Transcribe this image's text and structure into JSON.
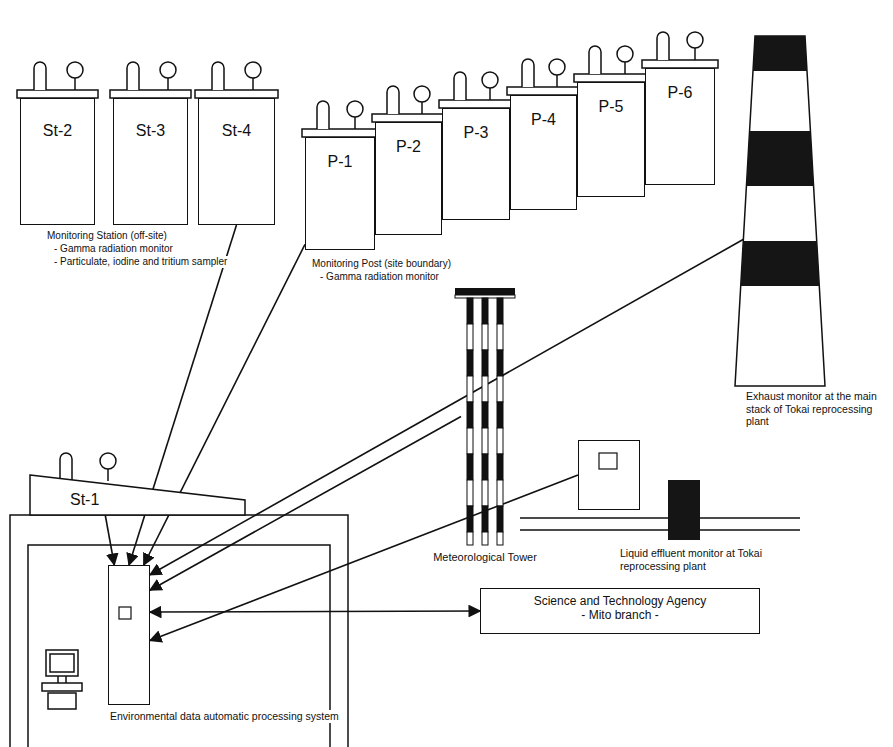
{
  "diagram": {
    "nodes": [
      {
        "text": [
          "St-2"
        ]
      },
      {
        "text": [
          "St-3"
        ]
      },
      {
        "text": [
          "St-4"
        ]
      },
      {
        "text": [
          "P-1"
        ]
      },
      {
        "text": [
          "P-2"
        ]
      },
      {
        "text": [
          "P-3"
        ]
      },
      {
        "text": [
          "P-4"
        ]
      },
      {
        "text": [
          "P-5"
        ]
      },
      {
        "text": [
          "P-6"
        ]
      },
      {
        "text": [
          "Exhaust monitor at the main stack of Tokai reprocessing plant"
        ]
      },
      {
        "text": [
          "St-1"
        ]
      },
      {
        "text": [
          "Meteorological Tower"
        ]
      },
      {
        "text": [
          "Liquid effluent monitor at Tokai reprocessing plant"
        ]
      },
      {
        "text": [
          "Environmental data automatic processing system"
        ]
      },
      {
        "text": [
          "Science and Technology Agency",
          "- Mito branch -"
        ]
      }
    ],
    "edges": [
      {
        "from": 2,
        "to": 13,
        "arrow": "to"
      },
      {
        "from": 3,
        "to": 13,
        "arrow": "to"
      },
      {
        "from": 9,
        "to": 13,
        "arrow": "to"
      },
      {
        "from": 10,
        "to": 13,
        "arrow": "to"
      },
      {
        "from": 11,
        "to": 13,
        "arrow": "to"
      },
      {
        "from": 12,
        "to": 13,
        "arrow": "to"
      },
      {
        "from": 13,
        "to": 14,
        "arrow": "both"
      }
    ],
    "labels": [
      "Monitoring Station (off-site)",
      "- Gamma radiation monitor",
      "- Particulate, iodine and tritium sampler",
      "Monitoring Post (site boundary)",
      "- Gamma radiation monitor"
    ]
  }
}
